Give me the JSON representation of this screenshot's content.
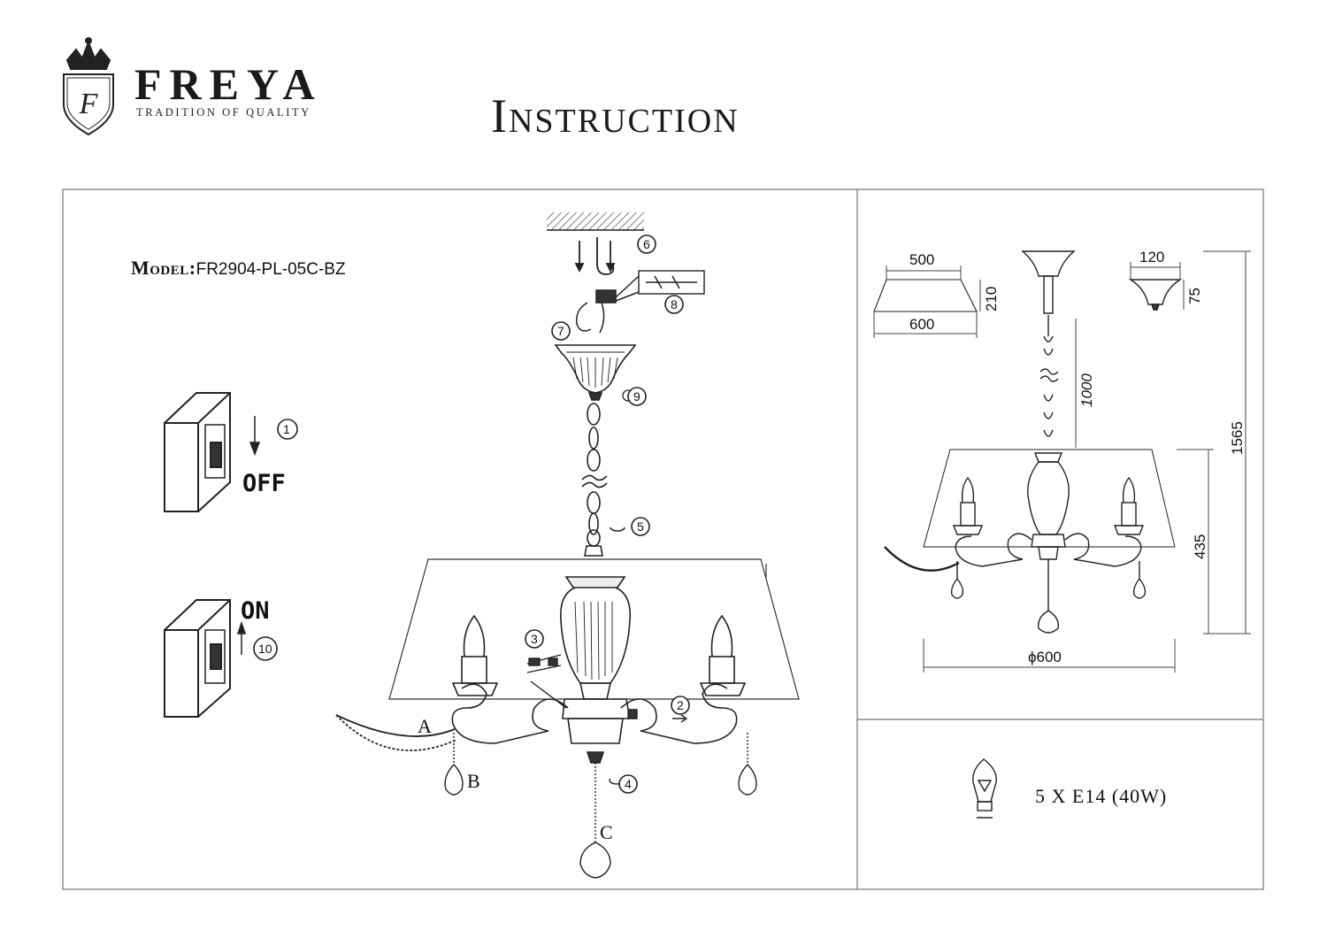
{
  "brand": {
    "name": "FREYA",
    "tagline": "TRADITION OF QUALITY",
    "logo_letter": "F"
  },
  "document": {
    "title": "Instruction"
  },
  "model": {
    "label": "Model:",
    "value": "FR2904-PL-05C-BZ"
  },
  "switches": {
    "off_label": "OFF",
    "on_label": "ON"
  },
  "steps": [
    "1",
    "2",
    "3",
    "4",
    "5",
    "6",
    "7",
    "8",
    "9",
    "10"
  ],
  "parts": [
    "A",
    "B",
    "C"
  ],
  "dimensions": {
    "shade_top": "500",
    "shade_bottom": "600",
    "shade_height": "210",
    "canopy_width": "120",
    "canopy_height": "75",
    "chain_length": "1000",
    "total_height": "1565",
    "body_height": "435",
    "diameter": "ϕ600"
  },
  "bulb": {
    "spec": "5 X E14 (40W)"
  },
  "colors": {
    "line": "#333333",
    "text": "#111111"
  }
}
